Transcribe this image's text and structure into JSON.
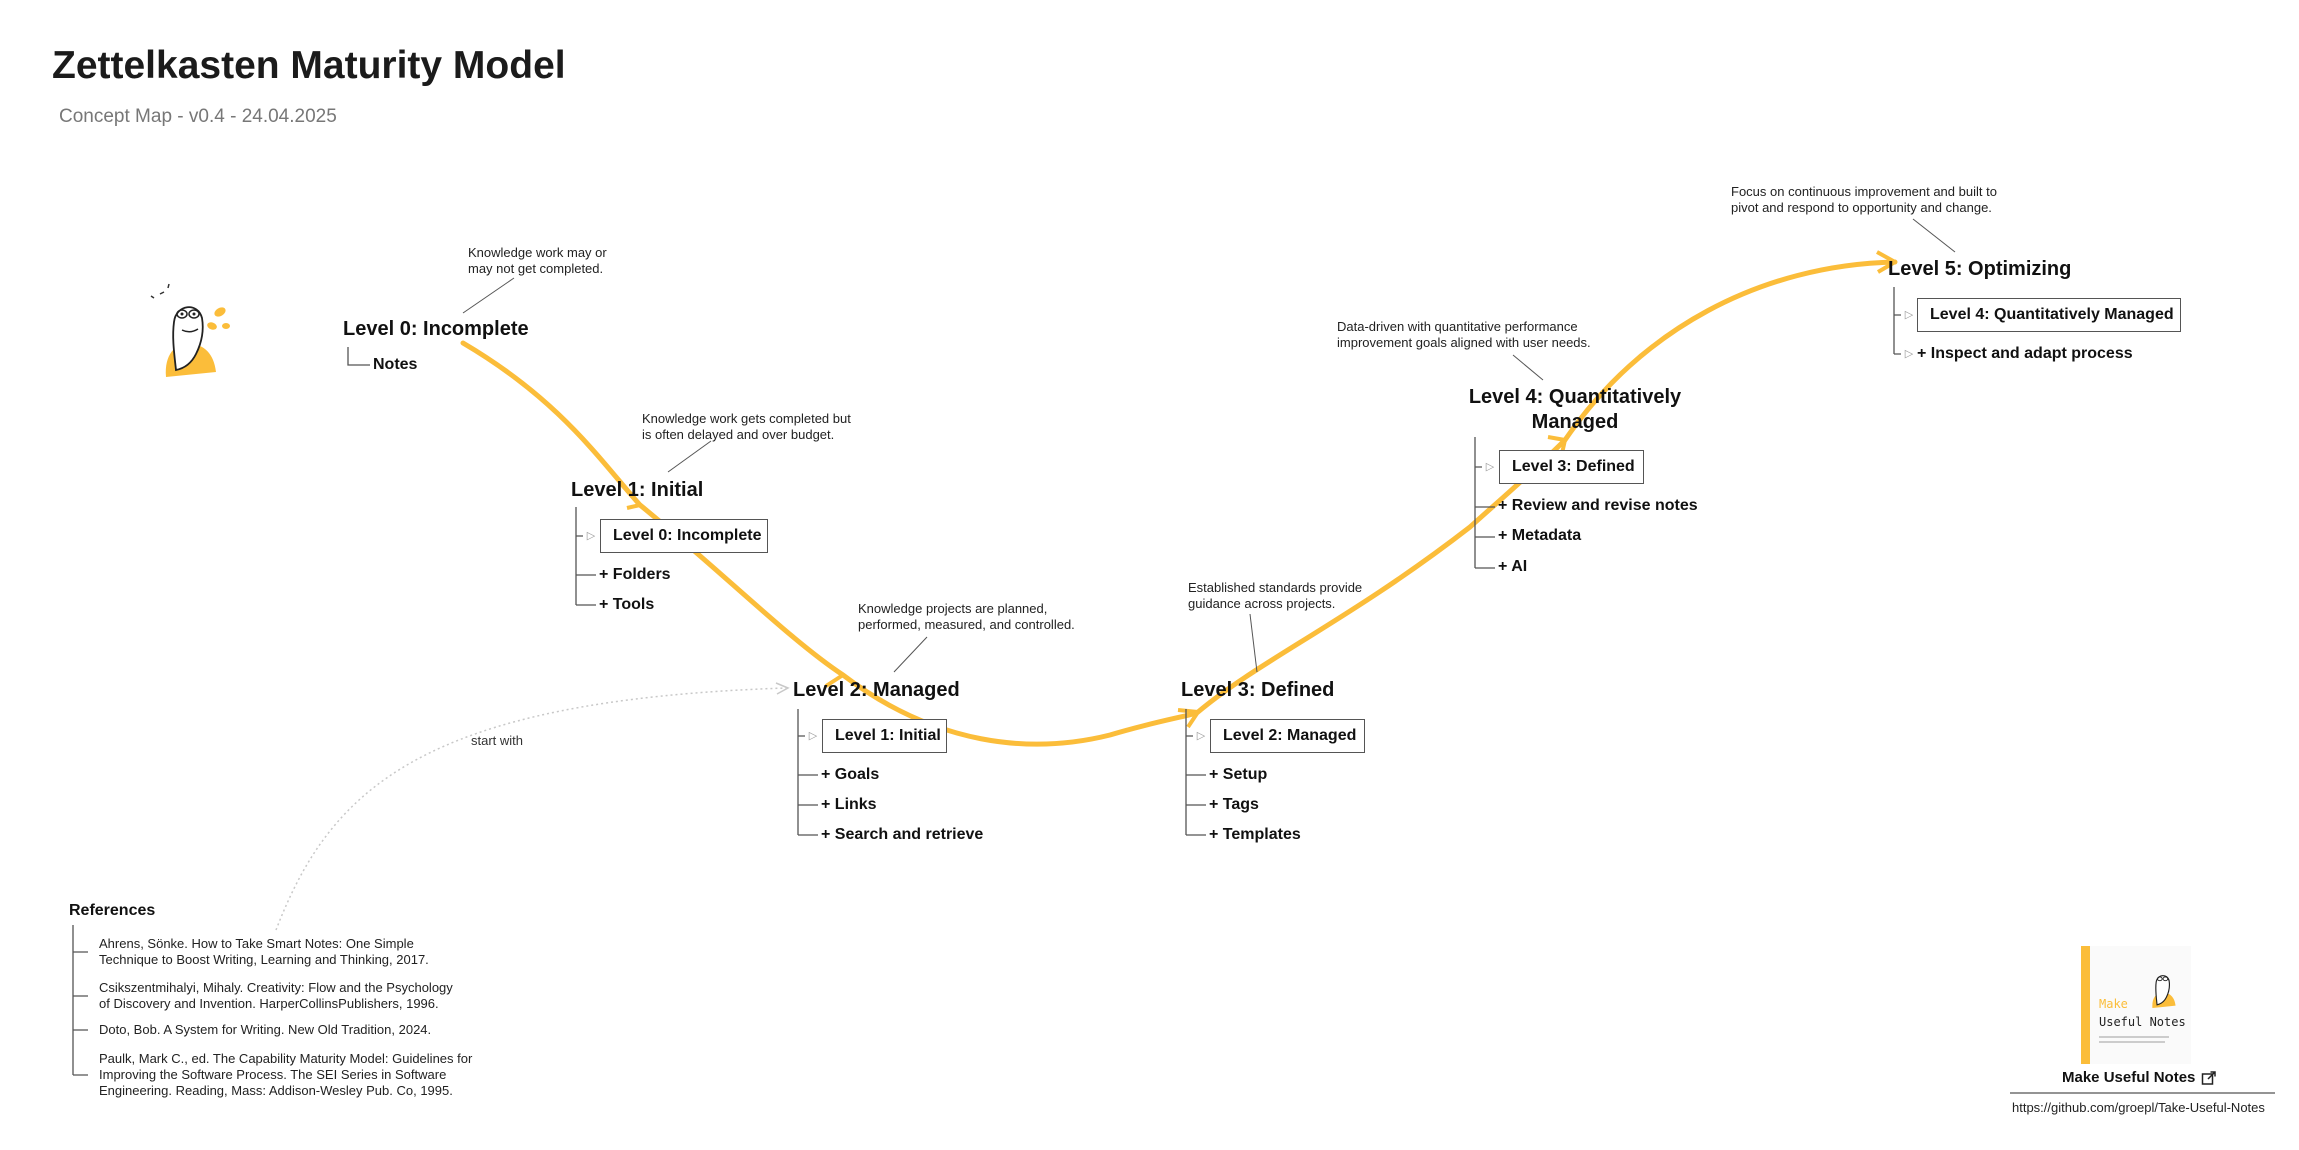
{
  "title": "Zettelkasten Maturity Model",
  "subtitle": "Concept Map - v0.4 - 24.04.2025",
  "colors": {
    "curve": "#fbbd3a",
    "text": "#111111",
    "subtitle": "#777777",
    "connector": "#555555"
  },
  "levels": [
    {
      "id": "l0",
      "name": "Level 0: Incomplete",
      "note": [
        "Knowledge work may or",
        "may not get completed."
      ],
      "children": [
        "Notes"
      ]
    },
    {
      "id": "l1",
      "name": "Level 1: Initial",
      "note": [
        "Knowledge work gets completed but",
        "is often delayed and over budget."
      ],
      "prior": "Level 0: Incomplete",
      "children": [
        "+ Folders",
        "+ Tools"
      ]
    },
    {
      "id": "l2",
      "name": "Level 2: Managed",
      "note": [
        "Knowledge projects are planned,",
        "performed, measured, and controlled."
      ],
      "prior": "Level 1: Initial",
      "children": [
        "+ Goals",
        "+ Links",
        "+ Search and retrieve"
      ]
    },
    {
      "id": "l3",
      "name": "Level 3: Defined",
      "note": [
        "Established standards provide",
        "guidance across projects."
      ],
      "prior": "Level 2: Managed",
      "children": [
        "+ Setup",
        "+ Tags",
        "+ Templates"
      ]
    },
    {
      "id": "l4",
      "name_lines": [
        "Level 4: Quantitatively",
        "Managed"
      ],
      "note": [
        "Data-driven with quantitative performance",
        "improvement goals aligned with user needs."
      ],
      "prior": "Level 3: Defined",
      "children": [
        "+ Review and revise notes",
        "+ Metadata",
        "+ AI"
      ]
    },
    {
      "id": "l5",
      "name": "Level 5: Optimizing",
      "note": [
        "Focus on continuous improvement and built to",
        "pivot and respond to opportunity and change."
      ],
      "prior": "Level 4: Quantitatively Managed",
      "children": [
        "+ Inspect and adapt process"
      ]
    }
  ],
  "start_with_label": "start with",
  "references": {
    "heading": "References",
    "items": [
      [
        "Ahrens, Sönke. How to Take Smart Notes: One Simple",
        "Technique to Boost Writing, Learning and Thinking, 2017."
      ],
      [
        "Csikszentmihalyi, Mihaly. Creativity: Flow and the Psychology",
        "of Discovery and Invention. HarperCollinsPublishers, 1996."
      ],
      [
        "Doto, Bob. A System for Writing. New Old Tradition, 2024."
      ],
      [
        "Paulk, Mark C., ed. The Capability Maturity Model: Guidelines for",
        "Improving the Software Process. The SEI Series in Software",
        "Engineering. Reading, Mass: Addison-Wesley Pub. Co, 1995."
      ]
    ]
  },
  "footer": {
    "book_cover": {
      "title_line1": "Make",
      "title_line2": "Useful Notes"
    },
    "label": "Make Useful Notes",
    "link_icon": "external-link-icon",
    "url": "https://github.com/groepl/Take-Useful-Notes"
  },
  "icons": {
    "mascot": "mascot-icon",
    "node_link": "node-link-icon"
  }
}
